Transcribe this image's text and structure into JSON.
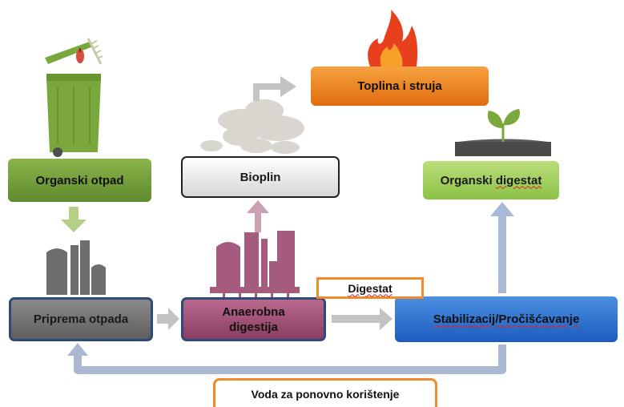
{
  "nodes": {
    "organski_otpad": "Organski otpad",
    "priprema_otpada": "Priprema otpada",
    "anaerobna_line1": "Anaerobna",
    "anaerobna_line2": "digestija",
    "bioplin": "Bioplin",
    "toplina": "Toplina i struja",
    "organski_digestat_word1": "Organski",
    "organski_digestat_word2": "digestat",
    "stabilizacija_part1": "Stabilizacij/",
    "stabilizacija_part2": "Pročišćavanje"
  },
  "labels": {
    "digestat": "Digestat",
    "voda": "Voda za ponovno korištenje"
  },
  "icons": [
    "green-bin-icon",
    "flame-icon",
    "smoke-cloud-icon",
    "sprout-icon",
    "gray-factory-icon",
    "purple-factory-icon"
  ],
  "colors": {
    "arrow_green": "#b5cf86",
    "arrow_gray": "#c3c3c3",
    "arrow_purple": "#c9a1b4",
    "arrow_blue": "#a9bad8",
    "accent_orange": "#f08a2c"
  }
}
